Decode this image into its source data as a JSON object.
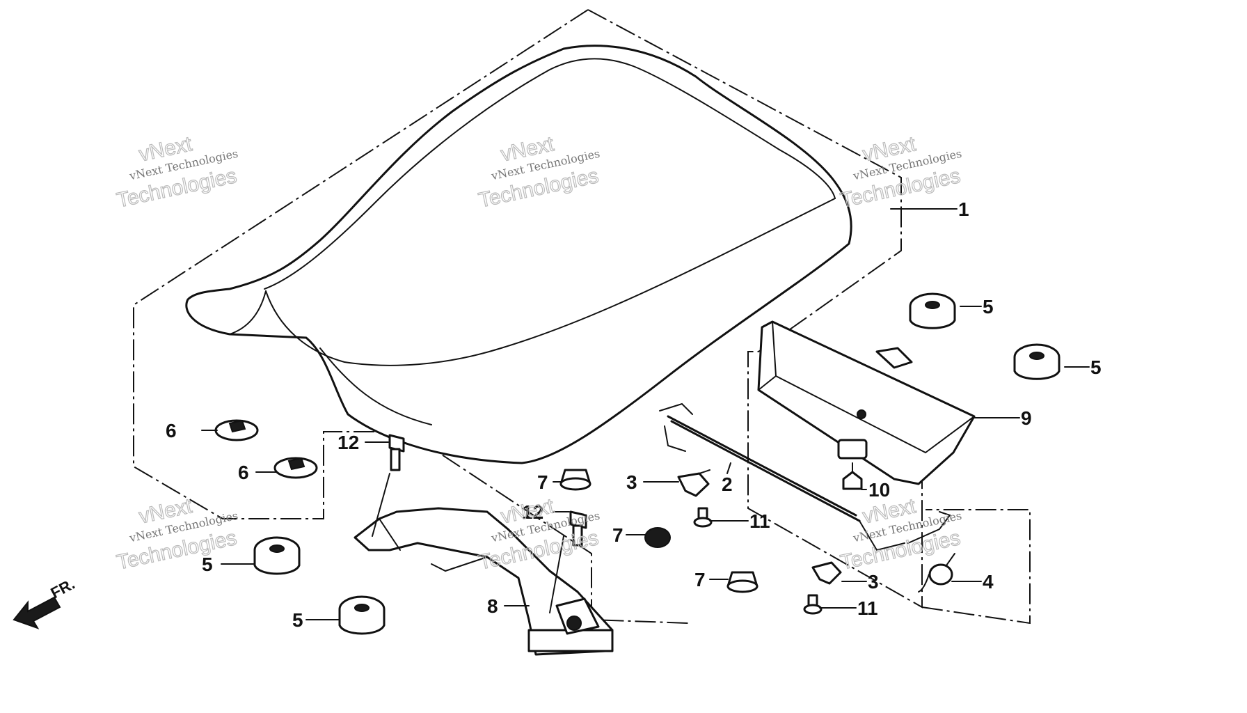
{
  "watermark": {
    "small_text": "vNext Technologies",
    "large_line1": "vNext",
    "large_line2": "Technologies"
  },
  "direction_label": "FR.",
  "callouts": {
    "c1": "1",
    "c2": "2",
    "c3a": "3",
    "c3b": "3",
    "c4": "4",
    "c5a": "5",
    "c5b": "5",
    "c5c": "5",
    "c5d": "5",
    "c6a": "6",
    "c6b": "6",
    "c7a": "7",
    "c7b": "7",
    "c7c": "7",
    "c8": "8",
    "c9": "9",
    "c10": "10",
    "c11a": "11",
    "c11b": "11",
    "c12a": "12",
    "c12b": "12"
  }
}
